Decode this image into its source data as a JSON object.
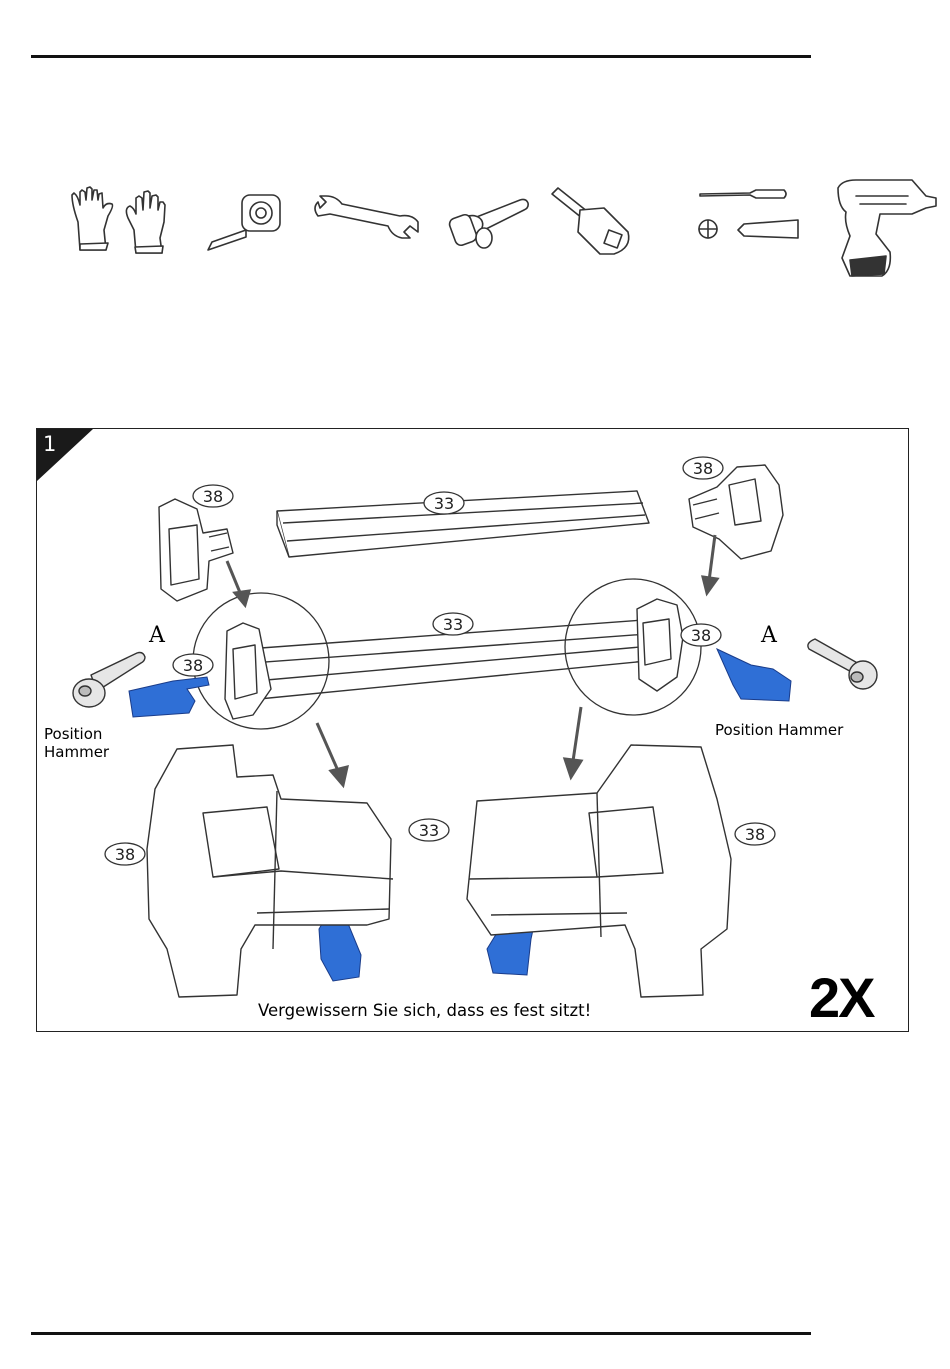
{
  "tools": [
    {
      "icon": "gloves-icon"
    },
    {
      "icon": "tape-measure-icon"
    },
    {
      "icon": "wrench-icon"
    },
    {
      "icon": "hammer-icon"
    },
    {
      "icon": "socket-bit-icon"
    },
    {
      "icon": "screwdrivers-icon"
    },
    {
      "icon": "cordless-drill-icon"
    }
  ],
  "step": {
    "number": "1",
    "callouts": {
      "rail_top": "33",
      "rail_middle": "33",
      "rail_detail": "33",
      "bracket_top_left": "38",
      "bracket_top_right": "38",
      "bracket_mid_left": "38",
      "bracket_mid_right": "38",
      "bracket_detail_left": "38",
      "bracket_detail_right": "38"
    },
    "letter_left": "A",
    "letter_right": "A",
    "position_left_line1": "Position",
    "position_left_line2": "Hammer",
    "position_right": "Position Hammer",
    "instruction": "Vergewissern Sie sich, dass es fest sitzt!",
    "multiplier": "2X"
  },
  "colors": {
    "rule": "#111111",
    "glove_blue": "#2f6fd6",
    "arrow": "#555555"
  }
}
